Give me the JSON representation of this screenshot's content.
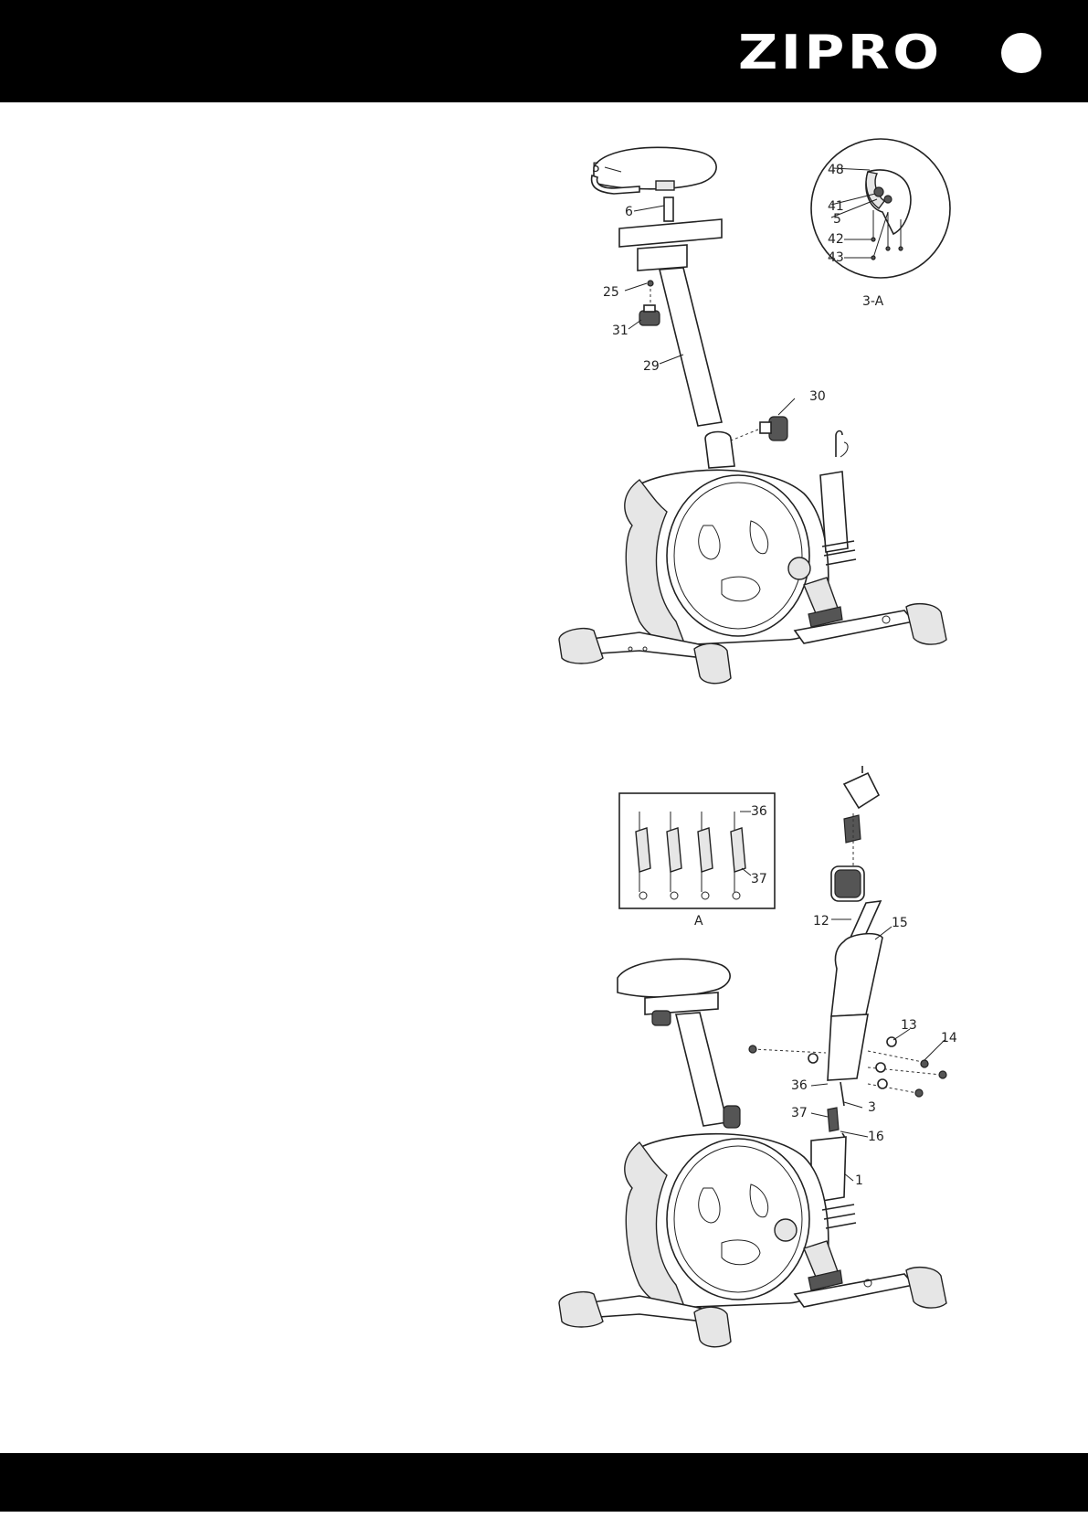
{
  "header": {
    "brand": "ZIPRO"
  },
  "diagram1": {
    "labels": [
      "5",
      "6",
      "25",
      "31",
      "29",
      "30"
    ],
    "detail": {
      "title": "3-A",
      "labels": [
        "48",
        "41",
        "5",
        "42",
        "43"
      ]
    }
  },
  "diagram2": {
    "labels": [
      "12",
      "15",
      "13",
      "14",
      "36",
      "3",
      "37",
      "16",
      "1"
    ],
    "detail": {
      "title": "A",
      "labels": [
        "36",
        "37"
      ]
    }
  },
  "colors": {
    "bar": "#000000",
    "line": "#222222"
  }
}
